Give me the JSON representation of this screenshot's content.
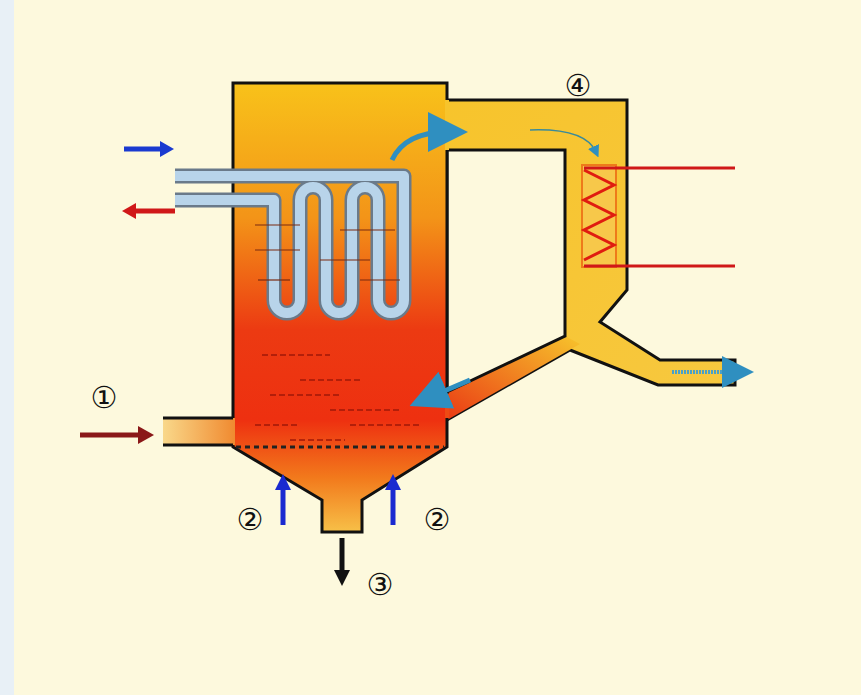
{
  "diagram": {
    "labels": [
      "④",
      "①",
      "②",
      "②",
      "③"
    ]
  }
}
